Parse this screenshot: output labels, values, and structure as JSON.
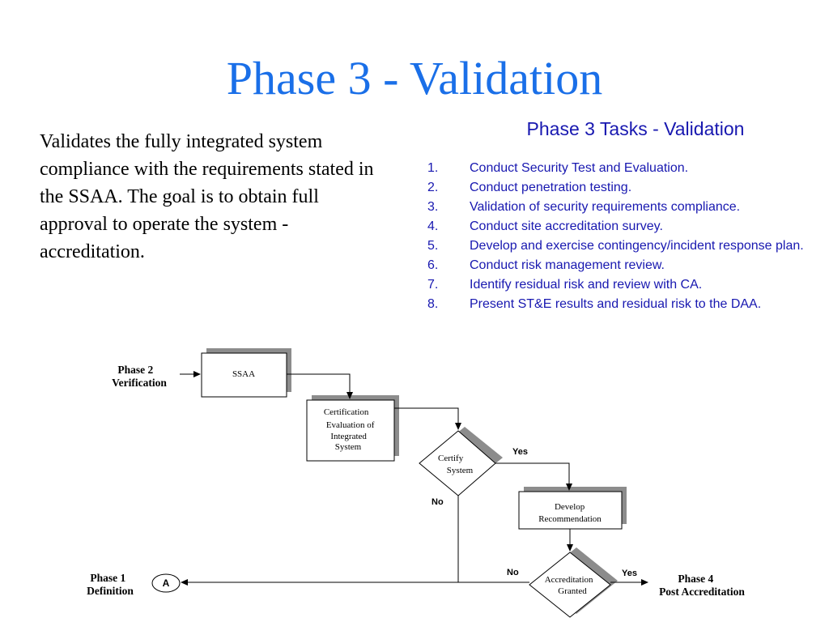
{
  "title": "Phase 3 - Validation",
  "intro": "Validates the fully integrated system compliance with the requirements stated in the SSAA. The goal is to obtain full approval to operate the system - accreditation.",
  "tasks": {
    "heading": "Phase 3 Tasks - Validation",
    "items": [
      {
        "num": "1.",
        "text": "Conduct Security Test and Evaluation."
      },
      {
        "num": "2.",
        "text": "Conduct penetration testing."
      },
      {
        "num": "3.",
        "text": "Validation of security requirements compliance."
      },
      {
        "num": "4.",
        "text": "Conduct site accreditation survey."
      },
      {
        "num": "5.",
        "text": "Develop and exercise contingency/incident response plan."
      },
      {
        "num": "6.",
        "text": "Conduct risk management review."
      },
      {
        "num": "7.",
        "text": "Identify residual risk and review with CA."
      },
      {
        "num": "8.",
        "text": "Present ST&E results and residual risk to the DAA."
      }
    ]
  },
  "flowchart": {
    "phase2": {
      "line1": "Phase 2",
      "line2": "Verification"
    },
    "ssaa": "SSAA",
    "certification": {
      "line1": "Certification",
      "line2": "Evaluation of",
      "line3": "Integrated",
      "line4": "System"
    },
    "certify": {
      "line1": "Certify",
      "line2": "System"
    },
    "certify_yes": "Yes",
    "certify_no": "No",
    "develop": {
      "line1": "Develop",
      "line2": "Recommendation"
    },
    "accreditation": {
      "line1": "Accreditation",
      "line2": "Granted"
    },
    "accreditation_no": "No",
    "accreditation_yes": "Yes",
    "connector": "A",
    "phase1": {
      "line1": "Phase 1",
      "line2": "Definition"
    },
    "phase4": {
      "line1": "Phase 4",
      "line2": "Post Accreditation"
    }
  }
}
